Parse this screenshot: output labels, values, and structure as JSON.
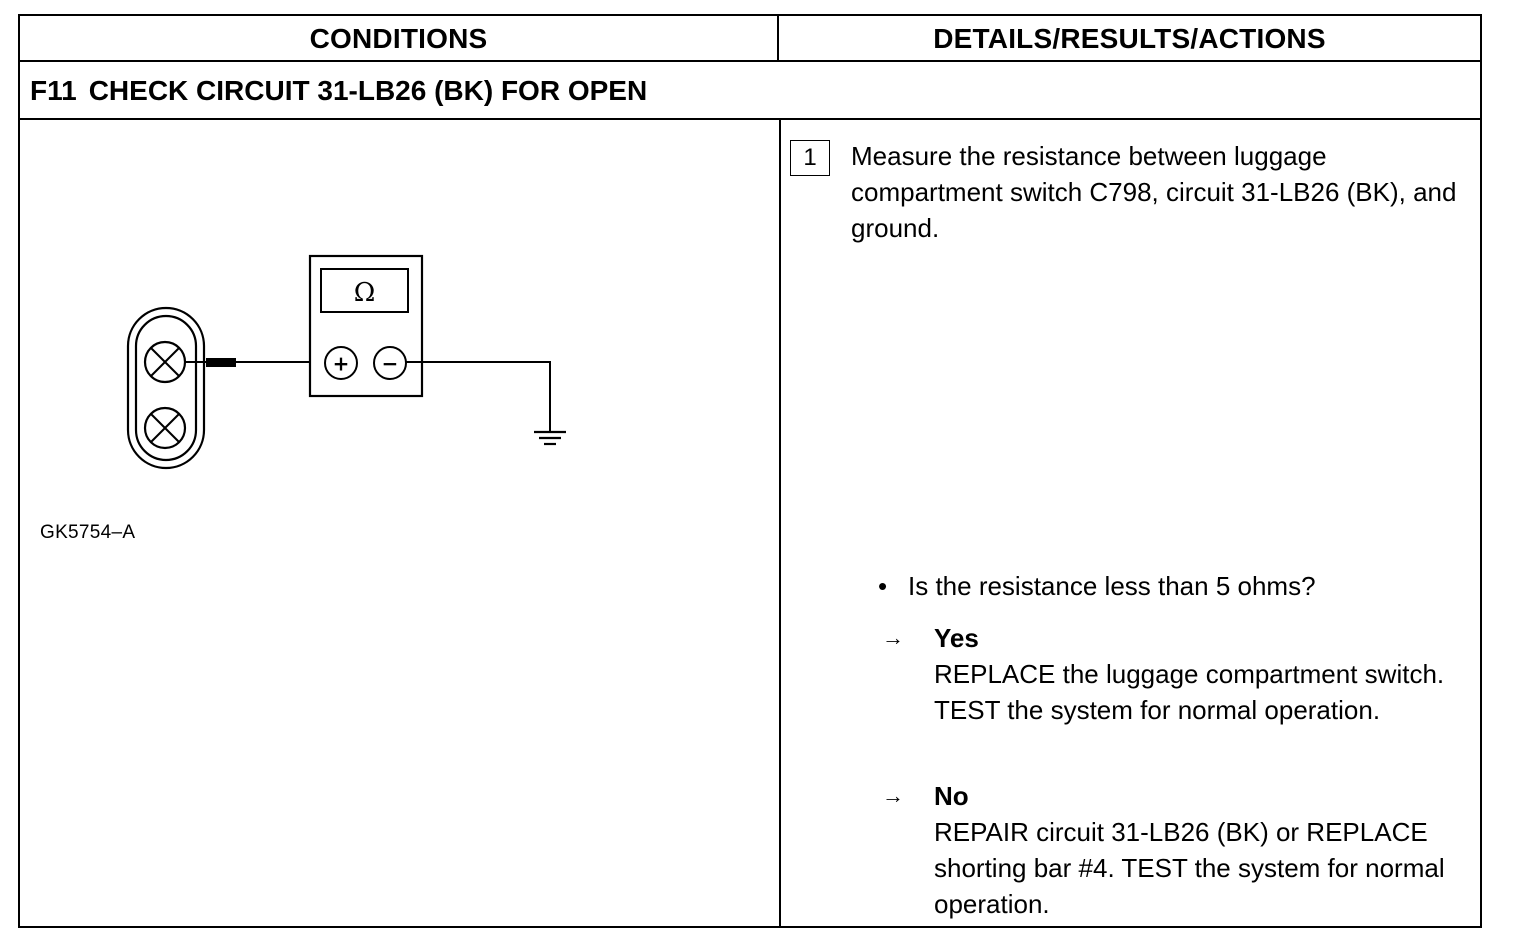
{
  "table": {
    "header_conditions": "CONDITIONS",
    "header_details": "DETAILS/RESULTS/ACTIONS",
    "step_code": "F11",
    "step_title": "CHECK CIRCUIT 31-LB26 (BK) FOR OPEN"
  },
  "diagram": {
    "meter_symbol": "Ω",
    "plus_symbol": "+",
    "minus_symbol": "−",
    "figure_id": "GK5754–A"
  },
  "details": {
    "step_number": "1",
    "instruction": "Measure the resistance between luggage compartment switch C798, circuit 31-LB26 (BK), and ground.",
    "question_bullet": "•",
    "question": "Is the resistance less than 5 ohms?",
    "answers": [
      {
        "arrow": "→",
        "label": "Yes",
        "text": "REPLACE the luggage compartment switch. TEST the system for normal operation."
      },
      {
        "arrow": "→",
        "label": "No",
        "text": "REPAIR circuit 31-LB26 (BK) or REPLACE shorting bar #4. TEST the system for normal operation."
      }
    ]
  }
}
